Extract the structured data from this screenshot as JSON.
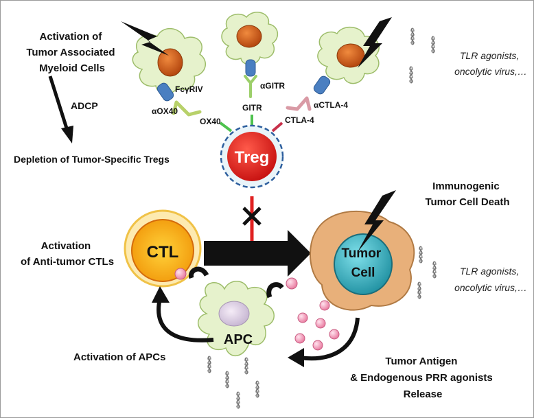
{
  "labels": {
    "activation_tam": [
      "Activation of",
      "Tumor Associated",
      "Myeloid Cells"
    ],
    "adcp": "ADCP",
    "depletion": "Depletion of Tumor-Specific Tregs",
    "tlr_top": [
      "TLR agonists,",
      "oncolytic virus,…"
    ],
    "fc_receptor": "FcγRIV",
    "anti_ox40": "αOX40",
    "ox40": "OX40",
    "anti_gitr": "αGITR",
    "gitr": "GITR",
    "anti_ctla4": "αCTLA-4",
    "ctla4": "CTLA-4",
    "treg": "Treg",
    "immunogenic_death": [
      "Immunogenic",
      "Tumor Cell Death"
    ],
    "activation_ctl": [
      "Activation",
      "of Anti-tumor CTLs"
    ],
    "ctl": "CTL",
    "tumor_cell": [
      "Tumor",
      "Cell"
    ],
    "tlr_mid": [
      "TLR agonists,",
      "oncolytic virus,…"
    ],
    "activation_apc": "Activation of APCs",
    "apc": "APC",
    "antigen_release": [
      "Tumor Antigen",
      "& Endogenous PRR agonists",
      "Release"
    ]
  },
  "colors": {
    "myeloid_cell": "#e6f2cc",
    "nucleus": "#d9641f",
    "receptor": "#4a7fc1",
    "antibody_ox40": "#b8d16a",
    "antibody_gitr": "#9ccf6a",
    "antibody_ctla4": "#d99aa5",
    "treg": "#e02020",
    "treg_border": "#2e5f9e",
    "ctl_outer": "#f3c22a",
    "ctl_inner": "#f6a313",
    "tumor_outer": "#e8b07a",
    "tumor_nucleus": "#37b6c5",
    "inhibit": "#e02020",
    "antigen": "#f28fb0"
  }
}
